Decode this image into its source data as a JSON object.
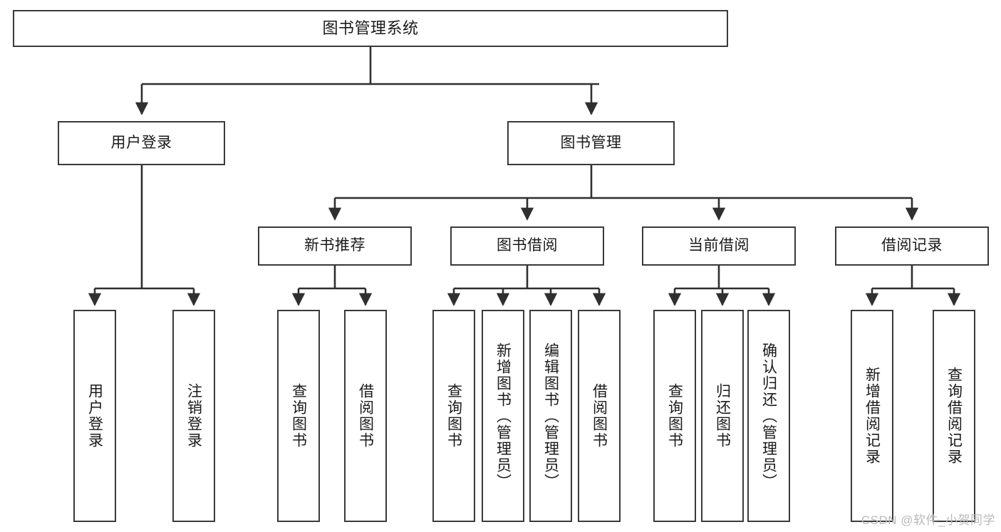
{
  "diagram": {
    "type": "tree",
    "title": "图书管理系统",
    "watermark": "CSDN @软件_小贺同学",
    "colors": {
      "stroke": "#3a3a3a",
      "fill": "#ffffff",
      "text": "#1a1a1a",
      "watermark": "#b9b9b9"
    },
    "root": {
      "label": "图书管理系统"
    },
    "level2": [
      {
        "label": "用户登录"
      },
      {
        "label": "图书管理"
      }
    ],
    "level3": [
      {
        "label": "新书推荐"
      },
      {
        "label": "图书借阅"
      },
      {
        "label": "当前借阅"
      },
      {
        "label": "借阅记录"
      }
    ],
    "leaves": {
      "user_login": [
        {
          "label": "用户登录"
        },
        {
          "label": "注销登录"
        }
      ],
      "new_book": [
        {
          "label": "查询图书"
        },
        {
          "label": "借阅图书"
        }
      ],
      "borrow_book": [
        {
          "label": "查询图书"
        },
        {
          "label": "新增图书（管理员）"
        },
        {
          "label": "编辑图书（管理员）"
        },
        {
          "label": "借阅图书"
        }
      ],
      "current_borrow": [
        {
          "label": "查询图书"
        },
        {
          "label": "归还图书"
        },
        {
          "label": "确认归还（管理员）"
        }
      ],
      "borrow_record": [
        {
          "label": "新增借阅记录"
        },
        {
          "label": "查询借阅记录"
        }
      ]
    }
  }
}
